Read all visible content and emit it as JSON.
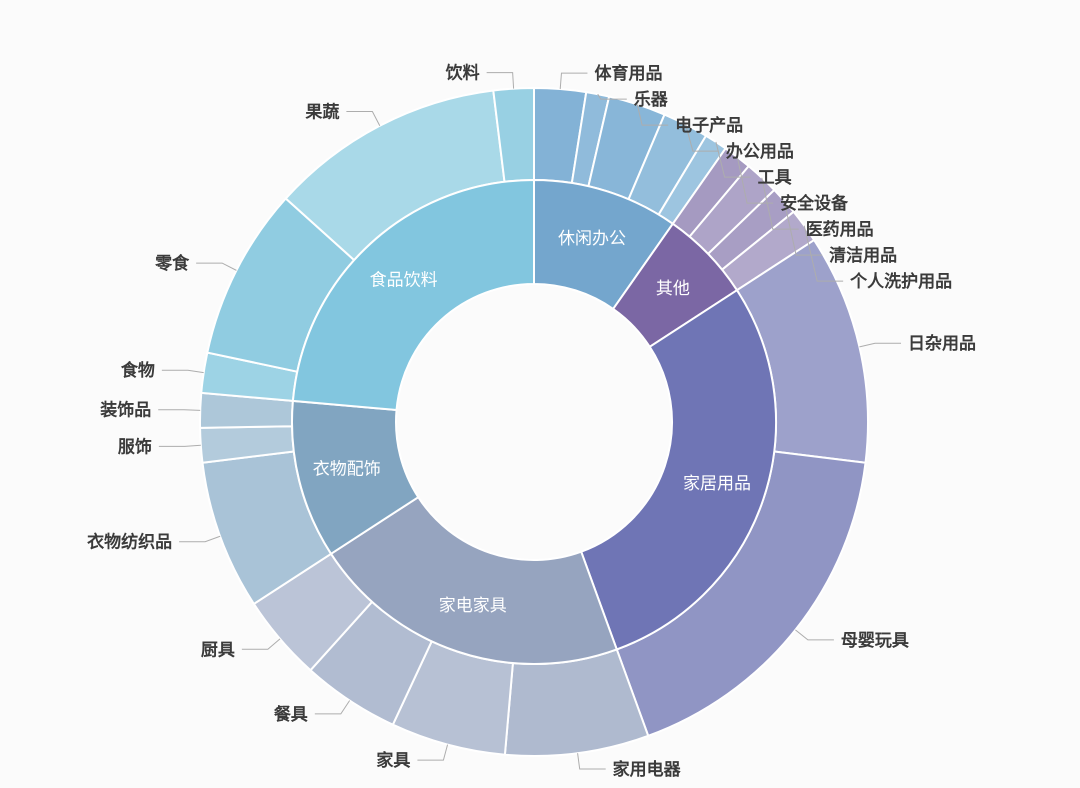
{
  "canvas": {
    "background": "#fbfbfb"
  },
  "chart_data": {
    "type": "sunburst",
    "title": "",
    "description": "Two-level donut (sunburst) chart of retail product categories. Inner ring = top-level categories (labels inside ring), outer ring = subcategories (labels outside with leader lines). Values are estimated angular spans in degrees out of 360, read from the chart.",
    "angle_total_deg": 360,
    "rings": [
      "category",
      "subcategory"
    ],
    "series": [
      {
        "name": "休闲办公",
        "slug": "leisure-office",
        "color": "#74A6CD",
        "angle_deg": 35,
        "children": [
          {
            "name": "体育用品",
            "slug": "sporting-goods",
            "color": "#83B2D6",
            "angle_deg": 9
          },
          {
            "name": "乐器",
            "slug": "musical-instruments",
            "color": "#90BBDB",
            "angle_deg": 4
          },
          {
            "name": "电子产品",
            "slug": "electronics",
            "color": "#88B6D8",
            "angle_deg": 10
          },
          {
            "name": "办公用品",
            "slug": "office-supplies",
            "color": "#93BEDC",
            "angle_deg": 8
          },
          {
            "name": "工具",
            "slug": "tools",
            "color": "#9DC5E0",
            "angle_deg": 4
          }
        ]
      },
      {
        "name": "其他",
        "slug": "other",
        "color": "#7B67A4",
        "angle_deg": 22,
        "children": [
          {
            "name": "安全设备",
            "slug": "safety-equipment",
            "color": "#A59AC1",
            "angle_deg": 5
          },
          {
            "name": "医药用品",
            "slug": "medical-supplies",
            "color": "#AEA4C8",
            "angle_deg": 6
          },
          {
            "name": "清洁用品",
            "slug": "cleaning-supplies",
            "color": "#A89EC4",
            "angle_deg": 5
          },
          {
            "name": "个人洗护用品",
            "slug": "personal-care",
            "color": "#B2A9CB",
            "angle_deg": 6
          }
        ]
      },
      {
        "name": "家居用品",
        "slug": "home-goods",
        "color": "#6F75B5",
        "angle_deg": 103,
        "children": [
          {
            "name": "日杂用品",
            "slug": "daily-sundries",
            "color": "#9DA1CB",
            "angle_deg": 40
          },
          {
            "name": "母婴玩具",
            "slug": "mother-baby-toys",
            "color": "#9095C4",
            "angle_deg": 63
          }
        ]
      },
      {
        "name": "家电家具",
        "slug": "appliances-furniture",
        "color": "#96A4BF",
        "angle_deg": 77,
        "children": [
          {
            "name": "家用电器",
            "slug": "home-appliances",
            "color": "#AFBACF",
            "angle_deg": 25
          },
          {
            "name": "家具",
            "slug": "furniture",
            "color": "#B7C1D4",
            "angle_deg": 20
          },
          {
            "name": "餐具",
            "slug": "tableware",
            "color": "#B1BCD1",
            "angle_deg": 17
          },
          {
            "name": "厨具",
            "slug": "kitchenware",
            "color": "#BBC4D7",
            "angle_deg": 15
          }
        ]
      },
      {
        "name": "衣物配饰",
        "slug": "clothing-accessories",
        "color": "#81A5C1",
        "angle_deg": 38,
        "children": [
          {
            "name": "衣物纺织品",
            "slug": "clothing-textiles",
            "color": "#A9C3D7",
            "angle_deg": 26
          },
          {
            "name": "服饰",
            "slug": "apparel",
            "color": "#B3CBDC",
            "angle_deg": 6
          },
          {
            "name": "装饰品",
            "slug": "decorations",
            "color": "#ADC7D9",
            "angle_deg": 6
          }
        ]
      },
      {
        "name": "食品饮料",
        "slug": "food-beverage",
        "color": "#82C6DF",
        "angle_deg": 85,
        "children": [
          {
            "name": "食物",
            "slug": "food",
            "color": "#9DD3E5",
            "angle_deg": 7
          },
          {
            "name": "零食",
            "slug": "snacks",
            "color": "#90CCE1",
            "angle_deg": 30
          },
          {
            "name": "果蔬",
            "slug": "fruits-vegetables",
            "color": "#A9D9E8",
            "angle_deg": 41
          },
          {
            "name": "饮料",
            "slug": "beverages",
            "color": "#98D0E3",
            "angle_deg": 7
          }
        ]
      }
    ],
    "style": {
      "inner_label_color": "#ffffff",
      "outer_label_color": "#3b3b3b",
      "leader_line_color": "#adadad",
      "segment_border_color": "#ffffff"
    },
    "layout": {
      "legend": false,
      "start_angle_deg": 0,
      "direction": "clockwise",
      "inner_ring_radii": [
        138,
        242
      ],
      "outer_ring_radii": [
        242,
        334
      ],
      "center": [
        534,
        422
      ]
    }
  }
}
